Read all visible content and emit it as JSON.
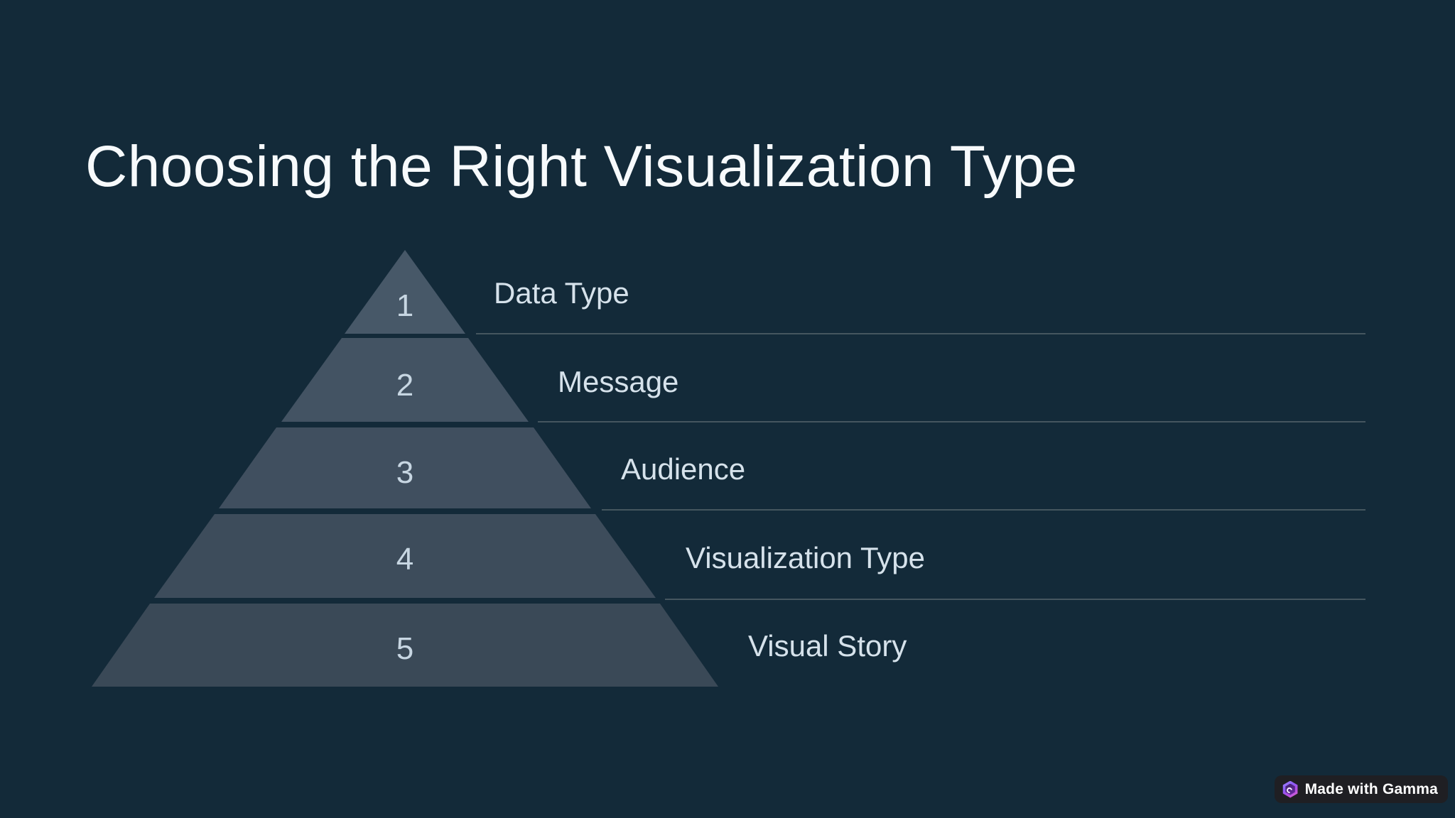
{
  "slide": {
    "title": "Choosing the Right Visualization Type"
  },
  "theme": {
    "background": "#132a39",
    "title_color": "#f7fafc",
    "label_color": "#d6e2eb",
    "number_color": "#c7d6e2",
    "divider_color": "#45565f",
    "badge_background": "#1f1f23",
    "badge_text_color": "#ffffff"
  },
  "chart_data": {
    "type": "pyramid-diagram",
    "title": "Choosing the Right Visualization Type",
    "levels": [
      {
        "number": "1",
        "label": "Data Type",
        "color": "#475868"
      },
      {
        "number": "2",
        "label": "Message",
        "color": "#435363"
      },
      {
        "number": "3",
        "label": "Audience",
        "color": "#404f5f"
      },
      {
        "number": "4",
        "label": "Visualization Type",
        "color": "#3d4c5b"
      },
      {
        "number": "5",
        "label": "Visual Story",
        "color": "#3a4957"
      }
    ]
  },
  "badge": {
    "label": "Made with Gamma",
    "icon": "gamma-logo-icon"
  }
}
